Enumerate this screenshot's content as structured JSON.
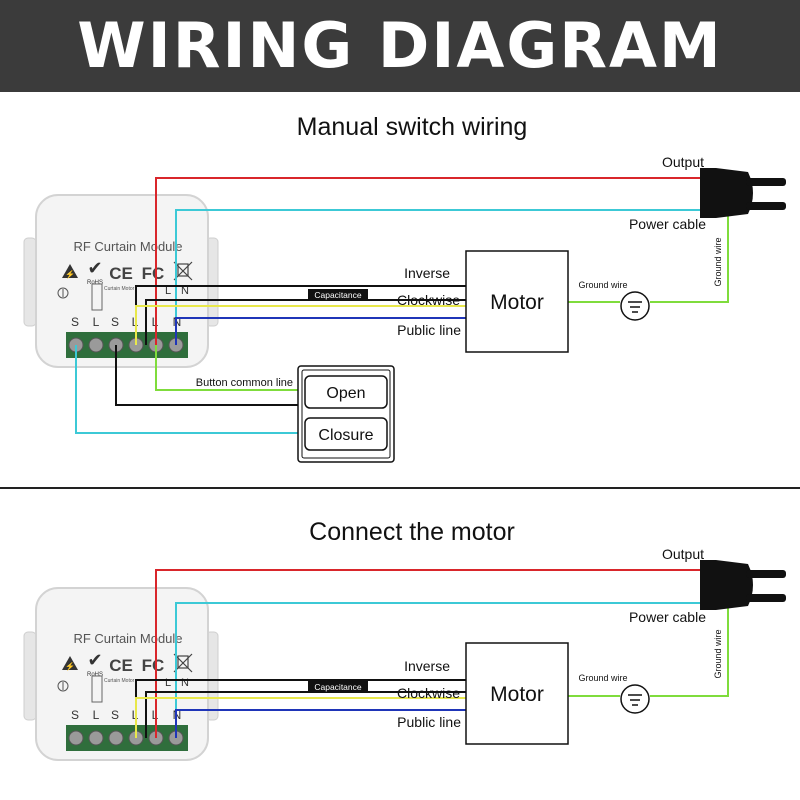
{
  "header": {
    "title": "WIRING DIAGRAM"
  },
  "colors": {
    "header_bg": "#3b3b3b",
    "red_wire": "#d9262b",
    "cyan_wire": "#3cc9d6",
    "green_wire": "#7fdc3c",
    "yellow_wire": "#e8e84a",
    "blue_wire": "#1f35b8",
    "black_wire": "#111111"
  },
  "sections": [
    {
      "title": "Manual switch wiring",
      "module": {
        "title": "RF Curtain Module",
        "rohs": "RoHS",
        "ce": "CE",
        "fc": "FC",
        "internal_label": "Curtain Motor",
        "terminal_labels": [
          "S",
          "L",
          "S",
          "L",
          "L",
          "N"
        ],
        "top_labels": [
          "L",
          "N"
        ]
      },
      "wires": {
        "output": "Output",
        "power_cable": "Power cable",
        "inverse": "Inverse",
        "capacitance": "Capacitance",
        "clockwise": "Clockwise",
        "public_line": "Public line",
        "ground_wire_h": "Ground wire",
        "ground_wire_v": "Ground wire"
      },
      "motor": "Motor",
      "switch": {
        "common_line": "Button common line",
        "open": "Open",
        "closure": "Closure"
      }
    },
    {
      "title": "Connect the motor",
      "module": {
        "title": "RF Curtain Module",
        "rohs": "RoHS",
        "ce": "CE",
        "fc": "FC",
        "internal_label": "Curtain Motor",
        "terminal_labels": [
          "S",
          "L",
          "S",
          "L",
          "L",
          "N"
        ],
        "top_labels": [
          "L",
          "N"
        ]
      },
      "wires": {
        "output": "Output",
        "power_cable": "Power cable",
        "inverse": "Inverse",
        "capacitance": "Capacitance",
        "clockwise": "Clockwise",
        "public_line": "Public line",
        "ground_wire_h": "Ground wire",
        "ground_wire_v": "Ground wire"
      },
      "motor": "Motor"
    }
  ]
}
